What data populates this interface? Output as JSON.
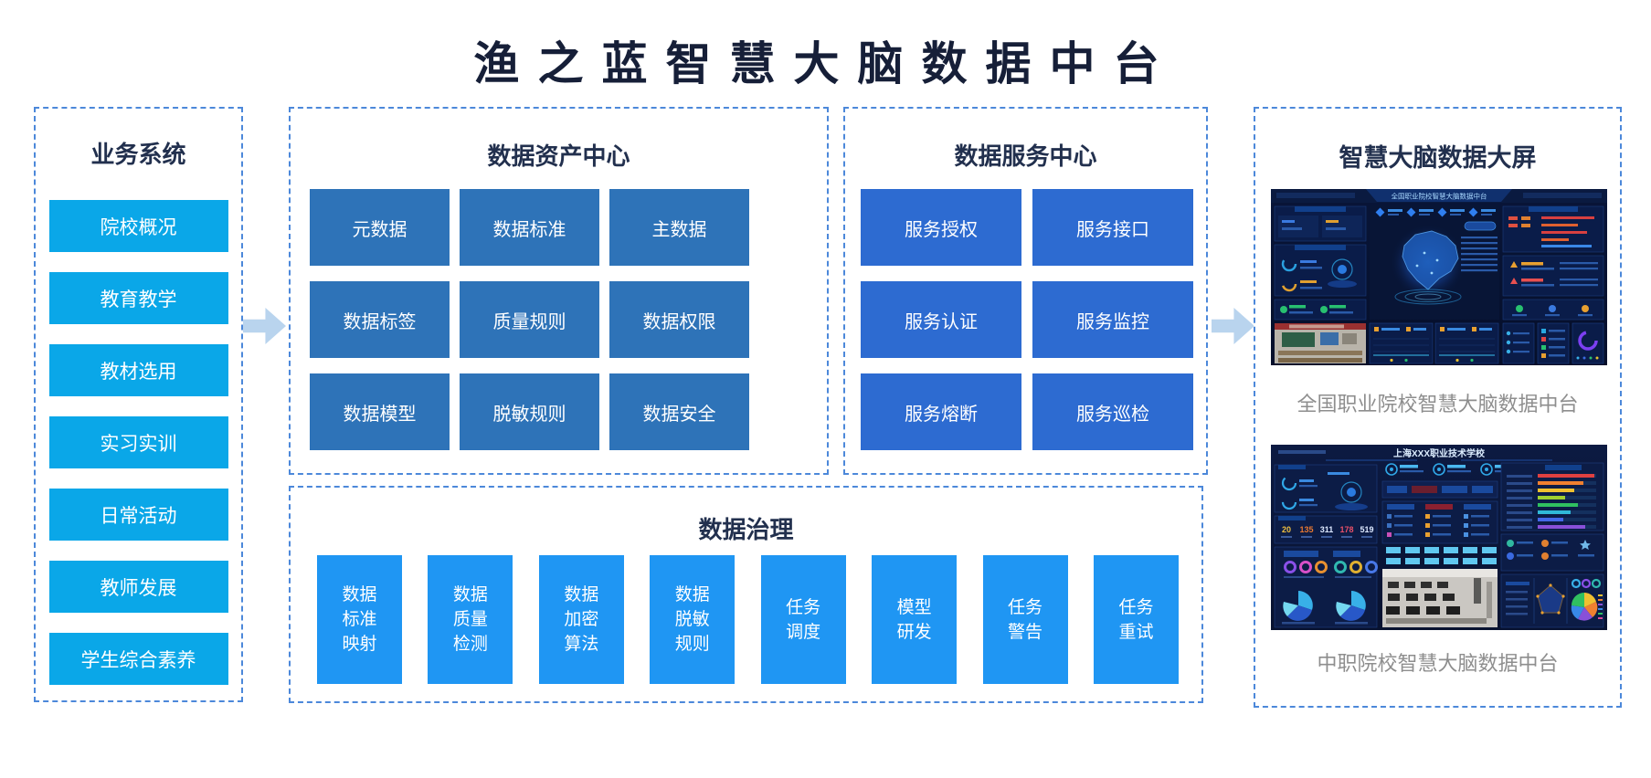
{
  "page_title": "渔之蓝智慧大脑数据中台",
  "business_systems": {
    "title": "业务系统",
    "items": [
      "院校概况",
      "教育教学",
      "教材选用",
      "实习实训",
      "日常活动",
      "教师发展",
      "学生综合素养"
    ]
  },
  "data_asset_center": {
    "title": "数据资产中心",
    "items": [
      "元数据",
      "数据标准",
      "主数据",
      "数据标签",
      "质量规则",
      "数据权限",
      "数据模型",
      "脱敏规则",
      "数据安全"
    ]
  },
  "data_service_center": {
    "title": "数据服务中心",
    "items": [
      "服务授权",
      "服务接口",
      "服务认证",
      "服务监控",
      "服务熔断",
      "服务巡检"
    ]
  },
  "data_governance": {
    "title": "数据治理",
    "items": [
      "数据\n标准\n映射",
      "数据\n质量\n检测",
      "数据\n加密\n算法",
      "数据\n脱敏\n规则",
      "任务\n调度",
      "模型\n研发",
      "任务\n警告",
      "任务\n重试"
    ]
  },
  "dashboard_section": {
    "title": "智慧大脑数据大屏",
    "dashboards": [
      {
        "header": "全国职业院校智慧大脑数据中台",
        "caption": "全国职业院校智慧大脑数据中台"
      },
      {
        "header": "上海XXX职业技术学校",
        "caption": "中职院校智慧大脑数据中台",
        "stats": [
          {
            "value": "20",
            "color": "#f0c040"
          },
          {
            "value": "135",
            "color": "#e87830"
          },
          {
            "value": "311",
            "color": "#dce8ff"
          },
          {
            "value": "178",
            "color": "#e85068"
          },
          {
            "value": "519",
            "color": "#dce8ff"
          }
        ]
      }
    ]
  },
  "colors": {
    "title_navy": "#161f38",
    "section_title_navy": "#22304e",
    "panel_border_blue": "#4c88da",
    "business_button_cyan": "#0aa7e8",
    "asset_box_steel_blue": "#2e73b8",
    "service_box_royal_blue": "#2d6bd1",
    "governance_box_azure": "#1f96f3",
    "arrow_light_blue": "#b9d4ee",
    "caption_gray": "#8e8e8e"
  }
}
